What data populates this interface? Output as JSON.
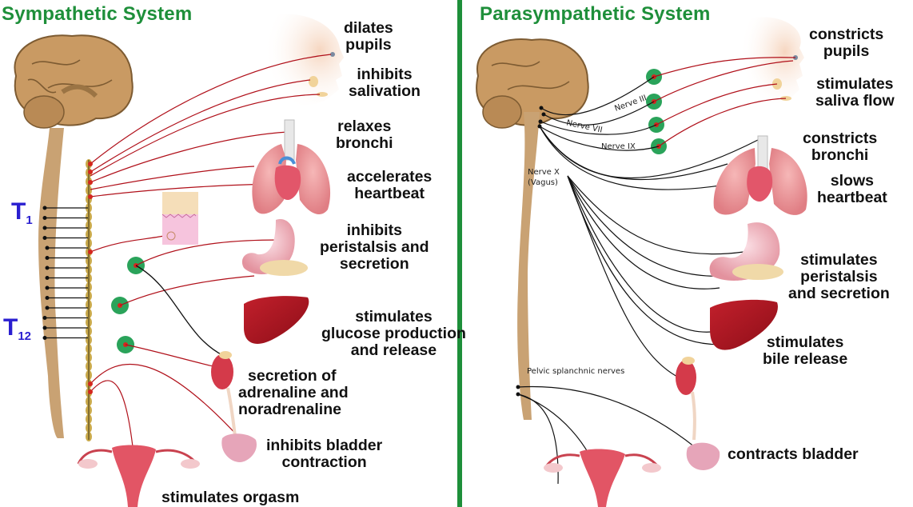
{
  "panels": {
    "sympathetic": {
      "title": "Sympathetic System",
      "spinal_markers": [
        "T",
        "1",
        "T",
        "12"
      ],
      "effects": [
        {
          "organ": "eye",
          "label_lines": [
            "dilates",
            "pupils"
          ]
        },
        {
          "organ": "salivary-glands",
          "label_lines": [
            "inhibits",
            "salivation"
          ]
        },
        {
          "organ": "bronchi",
          "label_lines": [
            "relaxes",
            "bronchi"
          ]
        },
        {
          "organ": "heart",
          "label_lines": [
            "accelerates",
            "heartbeat"
          ]
        },
        {
          "organ": "stomach",
          "label_lines": [
            "inhibits",
            "peristalsis and",
            "secretion"
          ]
        },
        {
          "organ": "liver",
          "label_lines": [
            "stimulates",
            "glucose production",
            "and release"
          ]
        },
        {
          "organ": "adrenal-gland",
          "label_lines": [
            "secretion of",
            "adrenaline and",
            "noradrenaline"
          ]
        },
        {
          "organ": "bladder",
          "label_lines": [
            "inhibits bladder",
            "contraction"
          ]
        },
        {
          "organ": "reproductive",
          "label_lines": [
            "stimulates orgasm"
          ]
        }
      ]
    },
    "parasympathetic": {
      "title": "Parasympathetic System",
      "nerve_labels": {
        "n3": "Nerve III",
        "n7": "Nerve VII",
        "n9": "Nerve IX",
        "n10_a": "Nerve X",
        "n10_b": "(Vagus)",
        "pelvic": "Pelvic splanchnic nerves"
      },
      "effects": [
        {
          "organ": "eye",
          "label_lines": [
            "constricts",
            "pupils"
          ]
        },
        {
          "organ": "salivary-glands",
          "label_lines": [
            "stimulates",
            "saliva flow"
          ]
        },
        {
          "organ": "bronchi",
          "label_lines": [
            "constricts",
            "bronchi"
          ]
        },
        {
          "organ": "heart",
          "label_lines": [
            "slows",
            "heartbeat"
          ]
        },
        {
          "organ": "stomach",
          "label_lines": [
            "stimulates",
            "peristalsis",
            "and secretion"
          ]
        },
        {
          "organ": "liver",
          "label_lines": [
            "stimulates",
            "bile release"
          ]
        },
        {
          "organ": "bladder",
          "label_lines": [
            "contracts bladder"
          ]
        }
      ]
    }
  },
  "colors": {
    "title_green": "#1e8f3a",
    "ganglion_green": "#2aa35a",
    "nerve_red": "#b0101a",
    "nerve_black": "#111111",
    "spine_tan": "#c9a273",
    "brain_tan": "#c99a63",
    "chain_gold": "#c9a94a",
    "marker_blue": "#2a1fd0"
  }
}
